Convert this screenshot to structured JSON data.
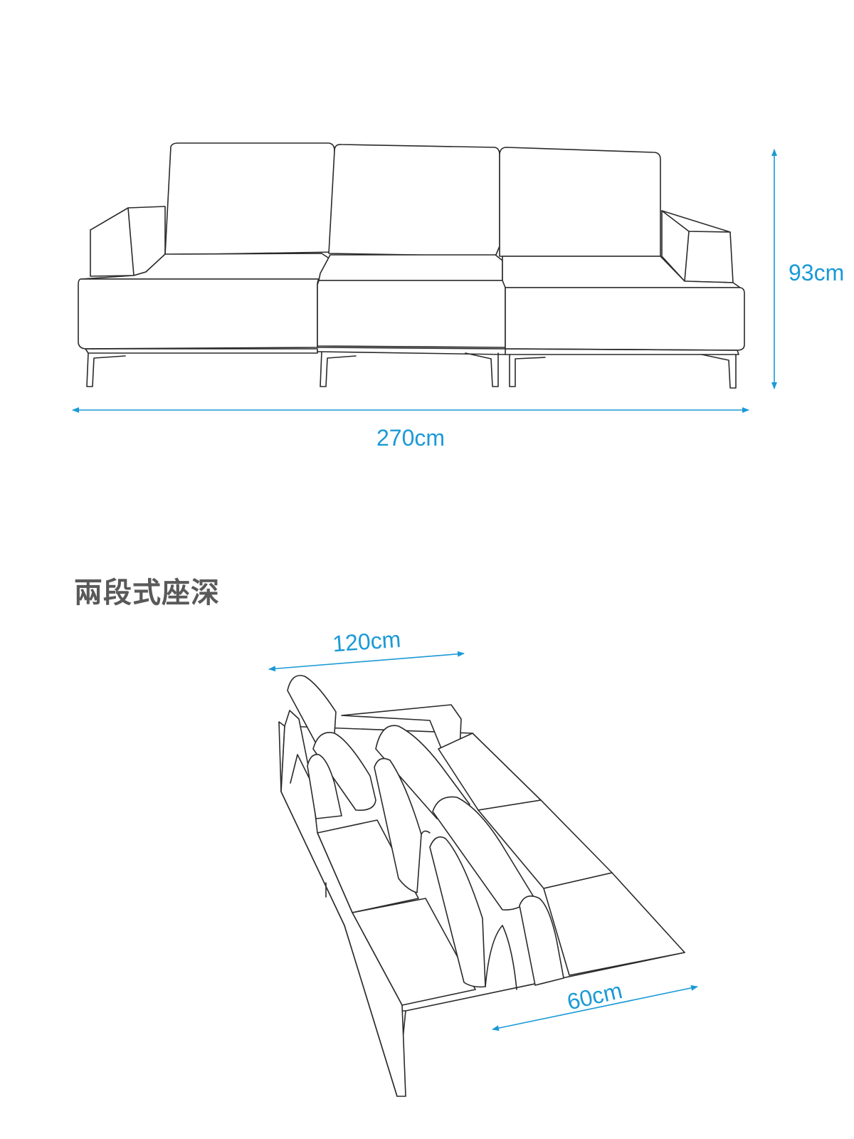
{
  "front_view": {
    "height_label": "93cm",
    "width_label": "270cm"
  },
  "section": {
    "title": "兩段式座深"
  },
  "iso_view": {
    "total_depth_label": "120cm",
    "segment_depth_label": "60cm"
  },
  "colors": {
    "dimension": "#1a9ad6",
    "line": "#2a2a2a",
    "title": "#595959"
  }
}
